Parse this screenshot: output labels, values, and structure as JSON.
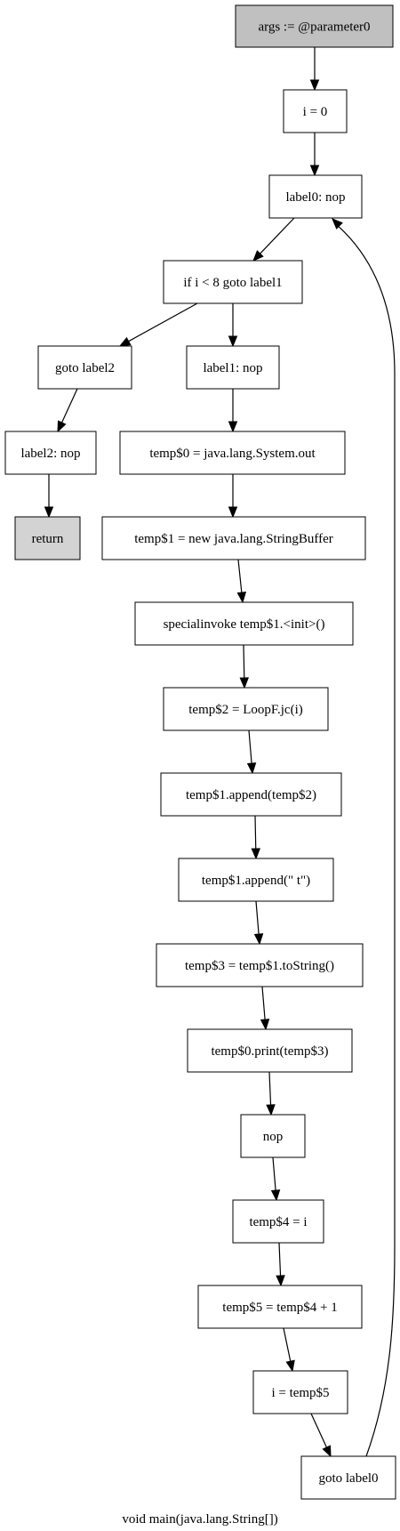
{
  "caption": "void main(java.lang.String[])",
  "colors": {
    "background": "#ffffff",
    "node_default": "#ffffff",
    "node_entry": "#c0c0c0",
    "node_exit": "#d3d3d3",
    "stroke": "#000000"
  },
  "nodes": [
    {
      "id": "n0",
      "label": "args := @parameter0",
      "kind": "entry"
    },
    {
      "id": "n1",
      "label": "i = 0",
      "kind": "normal"
    },
    {
      "id": "n2",
      "label": "label0: nop",
      "kind": "normal"
    },
    {
      "id": "n3",
      "label": "if i < 8 goto label1",
      "kind": "normal"
    },
    {
      "id": "n4",
      "label": "goto label2",
      "kind": "normal"
    },
    {
      "id": "n5",
      "label": "label1: nop",
      "kind": "normal"
    },
    {
      "id": "n6",
      "label": "label2: nop",
      "kind": "normal"
    },
    {
      "id": "n7",
      "label": "temp$0 = java.lang.System.out",
      "kind": "normal"
    },
    {
      "id": "n8",
      "label": "return",
      "kind": "exit"
    },
    {
      "id": "n9",
      "label": "temp$1 = new java.lang.StringBuffer",
      "kind": "normal"
    },
    {
      "id": "n10",
      "label": "specialinvoke temp$1.<init>()",
      "kind": "normal"
    },
    {
      "id": "n11",
      "label": "temp$2 = LoopF.jc(i)",
      "kind": "normal"
    },
    {
      "id": "n12",
      "label": "temp$1.append(temp$2)",
      "kind": "normal"
    },
    {
      "id": "n13",
      "label": "temp$1.append(\" t\")",
      "kind": "normal"
    },
    {
      "id": "n14",
      "label": "temp$3 = temp$1.toString()",
      "kind": "normal"
    },
    {
      "id": "n15",
      "label": "temp$0.print(temp$3)",
      "kind": "normal"
    },
    {
      "id": "n16",
      "label": "nop",
      "kind": "normal"
    },
    {
      "id": "n17",
      "label": "temp$4 = i",
      "kind": "normal"
    },
    {
      "id": "n18",
      "label": "temp$5 = temp$4 + 1",
      "kind": "normal"
    },
    {
      "id": "n19",
      "label": "i = temp$5",
      "kind": "normal"
    },
    {
      "id": "n20",
      "label": "goto label0",
      "kind": "normal"
    }
  ],
  "edges": [
    {
      "from": "n0",
      "to": "n1"
    },
    {
      "from": "n1",
      "to": "n2"
    },
    {
      "from": "n2",
      "to": "n3"
    },
    {
      "from": "n3",
      "to": "n4"
    },
    {
      "from": "n3",
      "to": "n5"
    },
    {
      "from": "n4",
      "to": "n6"
    },
    {
      "from": "n5",
      "to": "n7"
    },
    {
      "from": "n6",
      "to": "n8"
    },
    {
      "from": "n7",
      "to": "n9"
    },
    {
      "from": "n9",
      "to": "n10"
    },
    {
      "from": "n10",
      "to": "n11"
    },
    {
      "from": "n11",
      "to": "n12"
    },
    {
      "from": "n12",
      "to": "n13"
    },
    {
      "from": "n13",
      "to": "n14"
    },
    {
      "from": "n14",
      "to": "n15"
    },
    {
      "from": "n15",
      "to": "n16"
    },
    {
      "from": "n16",
      "to": "n17"
    },
    {
      "from": "n17",
      "to": "n18"
    },
    {
      "from": "n18",
      "to": "n19"
    },
    {
      "from": "n19",
      "to": "n20"
    },
    {
      "from": "n20",
      "to": "n2"
    }
  ]
}
